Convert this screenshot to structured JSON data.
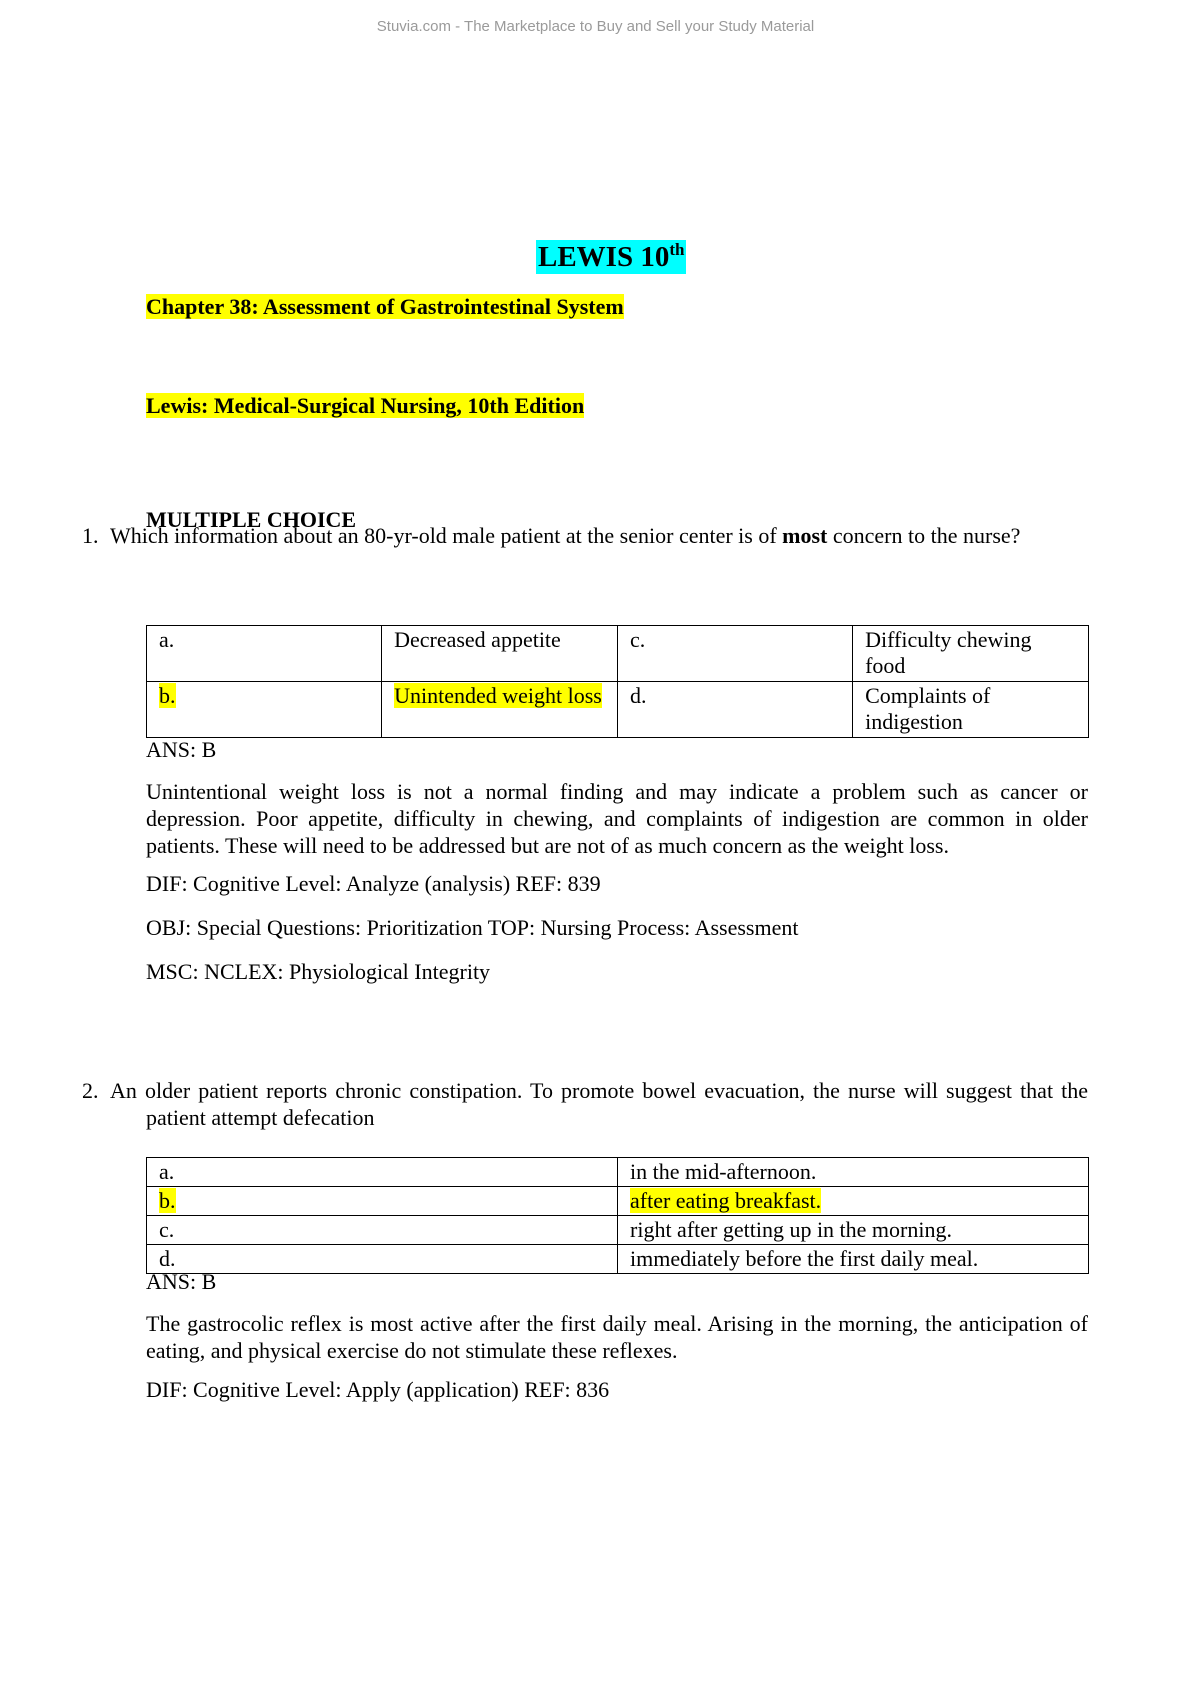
{
  "watermark": "Stuvia.com - The Marketplace to Buy and Sell your Study Material",
  "title": {
    "text": "LEWIS 10",
    "sup": "th"
  },
  "chapter": "Chapter 38: Assessment of Gastrointestinal System",
  "book": "Lewis: Medical-Surgical Nursing, 10th Edition",
  "section": "MULTIPLE CHOICE",
  "q1": {
    "number": "1.",
    "text_before": "Which information about an 80-yr-old male patient at the senior center is of ",
    "text_bold": "most",
    "text_after": " concern to the nurse?",
    "options": [
      {
        "letter": "a.",
        "text": "Decreased appetite"
      },
      {
        "letter": "b.",
        "text": "Unintended weight loss"
      },
      {
        "letter": "c.",
        "text": "Difficulty chewing food"
      },
      {
        "letter": "d.",
        "text": "Complaints of indigestion"
      }
    ],
    "answer": "ANS: B",
    "rationale": "Unintentional weight loss is not a normal finding and may indicate a problem such as cancer or depression. Poor appetite, difficulty in chewing, and complaints of indigestion are common in older patients. These will need to be addressed but are not of as much concern as the weight loss.",
    "dif": "DIF: Cognitive Level: Analyze (analysis) REF: 839",
    "obj": "OBJ: Special Questions: Prioritization TOP: Nursing Process: Assessment",
    "msc": "MSC: NCLEX: Physiological Integrity"
  },
  "q2": {
    "number": "2.",
    "text": "An older patient reports chronic constipation. To promote bowel evacuation, the nurse will suggest that the patient attempt defecation",
    "options": [
      {
        "letter": "a.",
        "text": "in the mid-afternoon."
      },
      {
        "letter": "b.",
        "text": "after eating breakfast."
      },
      {
        "letter": "c.",
        "text": "right after getting up in the morning."
      },
      {
        "letter": "d.",
        "text": "immediately before the first daily meal."
      }
    ],
    "answer": "ANS: B",
    "rationale": "The gastrocolic reflex is most active after the first daily meal. Arising in the morning, the anticipation of eating, and physical exercise do not stimulate these reflexes.",
    "dif": "DIF: Cognitive Level: Apply (application) REF: 836"
  },
  "colors": {
    "highlight": "#ffff00",
    "title_highlight": "#00ffff",
    "watermark": "#9a9a9a"
  }
}
